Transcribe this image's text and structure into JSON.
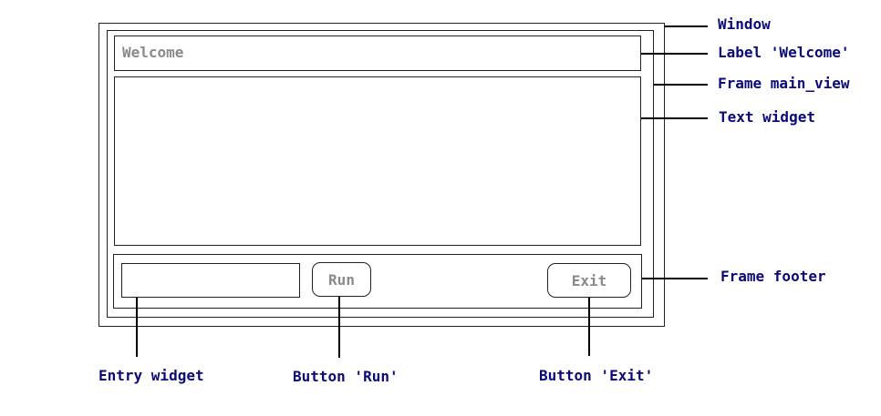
{
  "window": {
    "label_widget_text": "Welcome",
    "run_button_label": "Run",
    "exit_button_label": "Exit",
    "entry_value": ""
  },
  "callouts": {
    "window": "Window",
    "label": "Label 'Welcome'",
    "frame_main_view": "Frame main_view",
    "text_widget": "Text widget",
    "frame_footer": "Frame footer",
    "entry_widget": "Entry widget",
    "button_run": "Button 'Run'",
    "button_exit": "Button 'Exit'"
  },
  "colors": {
    "callout_text": "#0a0a78",
    "widget_text": "#8a8a8a",
    "outline": "#222222"
  }
}
